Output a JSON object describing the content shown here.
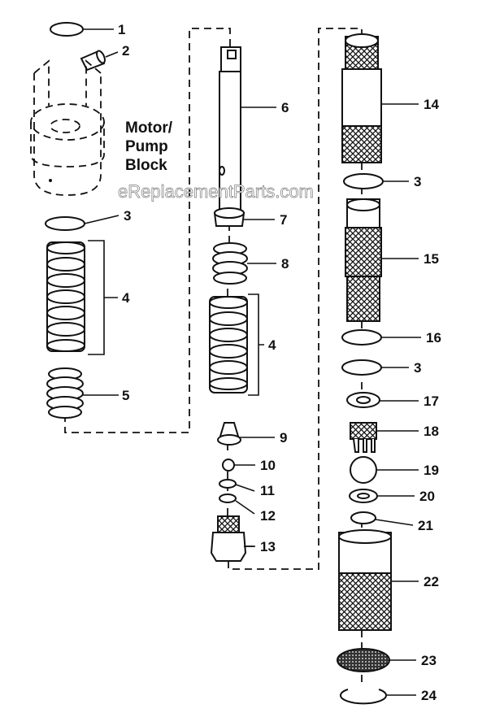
{
  "watermark": "eReplacementParts.com",
  "block_label": [
    "Motor/",
    "Pump",
    "Block"
  ],
  "callouts": {
    "c1": "1",
    "c2": "2",
    "c3a": "3",
    "c4a": "4",
    "c5": "5",
    "c6": "6",
    "c7": "7",
    "c8": "8",
    "c4b": "4",
    "c9": "9",
    "c10": "10",
    "c11": "11",
    "c12": "12",
    "c13": "13",
    "c14": "14",
    "c3b": "3",
    "c15": "15",
    "c16": "16",
    "c3c": "3",
    "c17": "17",
    "c18": "18",
    "c19": "19",
    "c20": "20",
    "c21": "21",
    "c22": "22",
    "c23": "23",
    "c24": "24"
  }
}
